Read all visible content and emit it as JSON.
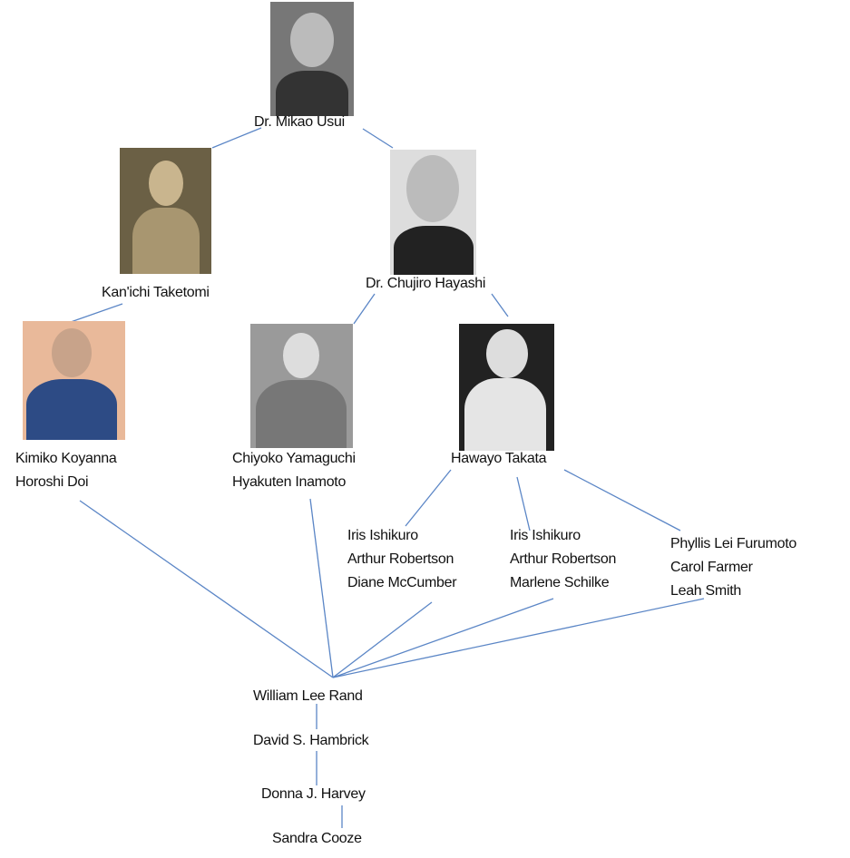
{
  "people": {
    "usui": "Dr. Mikao Usui",
    "taketomi": "Kan'ichi Taketomi",
    "hayashi": "Dr. Chujiro Hayashi",
    "koyanna": "Kimiko Koyanna",
    "doi": "Horoshi Doi",
    "yamaguchi": "Chiyoko Yamaguchi",
    "inamoto": "Hyakuten Inamoto",
    "takata": "Hawayo Takata"
  },
  "group1": [
    "Iris Ishikuro",
    "Arthur Robertson",
    "Diane McCumber"
  ],
  "group2": [
    "Iris Ishikuro",
    "Arthur Robertson",
    "Marlene Schilke"
  ],
  "group3": [
    "Phyllis Lei Furumoto",
    "Carol Farmer",
    "Leah Smith"
  ],
  "chain": [
    "William Lee Rand",
    "David S. Hambrick",
    "Donna J. Harvey",
    "Sandra Cooze"
  ],
  "colors": {
    "connector": "#5b86c6"
  }
}
